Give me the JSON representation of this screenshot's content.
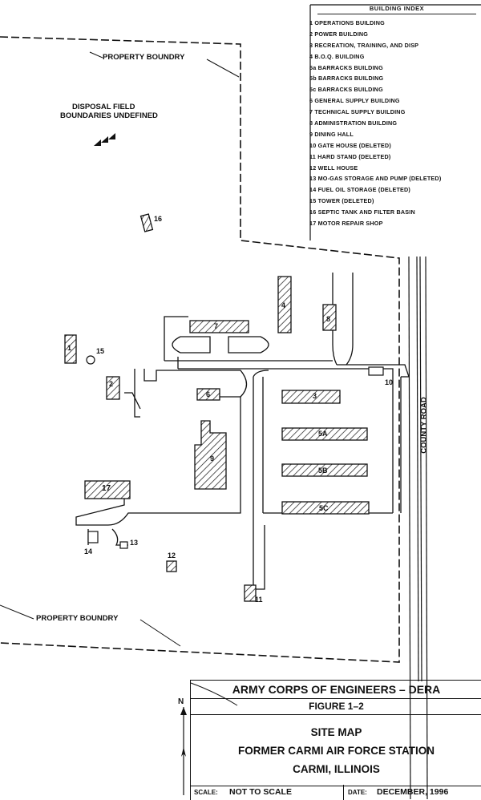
{
  "building_index": {
    "title": "BUILDING INDEX",
    "items": [
      "1 OPERATIONS BUILDING",
      "2 POWER BUILDING",
      "3 RECREATION, TRAINING, AND DISP",
      "4 B.O.Q. BUILDING",
      "5a BARRACKS BUILDING",
      "5b BARRACKS BUILDING",
      "5c BARRACKS BUILDING",
      "6 GENERAL SUPPLY BUILDING",
      "7 TECHNICAL SUPPLY BUILDING",
      "8 ADMINISTRATION BUILDING",
      "9 DINING HALL",
      "10 GATE HOUSE (DELETED)",
      "11 HARD STAND (DELETED)",
      "12 WELL HOUSE",
      "13 MO-GAS STORAGE AND PUMP (DELETED)",
      "14 FUEL OIL STORAGE (DELETED)",
      "15 TOWER (DELETED)",
      "16 SEPTIC TANK AND FILTER BASIN",
      "17 MOTOR REPAIR SHOP"
    ]
  },
  "map_labels": {
    "property_boundary_top": "PROPERTY BOUNDRY",
    "property_boundary_bottom": "PROPERTY BOUNDRY",
    "disposal_field_line1": "DISPOSAL FIELD",
    "disposal_field_line2": "BOUNDARIES UNDEFINED",
    "county_road": "COUNTY ROAD",
    "north": "N"
  },
  "building_labels": {
    "b1": "1",
    "b2": "2",
    "b3": "3",
    "b4": "4",
    "b5a": "5A",
    "b5b": "5B",
    "b5c": "5C",
    "b6": "6",
    "b7": "7",
    "b8": "8",
    "b9": "9",
    "b10": "10",
    "b11": "11",
    "b12": "12",
    "b13": "13",
    "b14": "14",
    "b15": "15",
    "b16": "16",
    "b17": "17"
  },
  "title_block": {
    "agency": "ARMY CORPS OF ENGINEERS – DERA",
    "figure": "FIGURE 1–2",
    "title": "SITE MAP",
    "subtitle": "FORMER CARMI AIR FORCE STATION",
    "location": "CARMI, ILLINOIS",
    "scale_label": "SCALE:",
    "scale_value": "NOT TO SCALE",
    "date_label": "DATE:",
    "date_value": "DECEMBER, 1996"
  },
  "colors": {
    "ink": "#111111",
    "paper": "#ffffff"
  }
}
